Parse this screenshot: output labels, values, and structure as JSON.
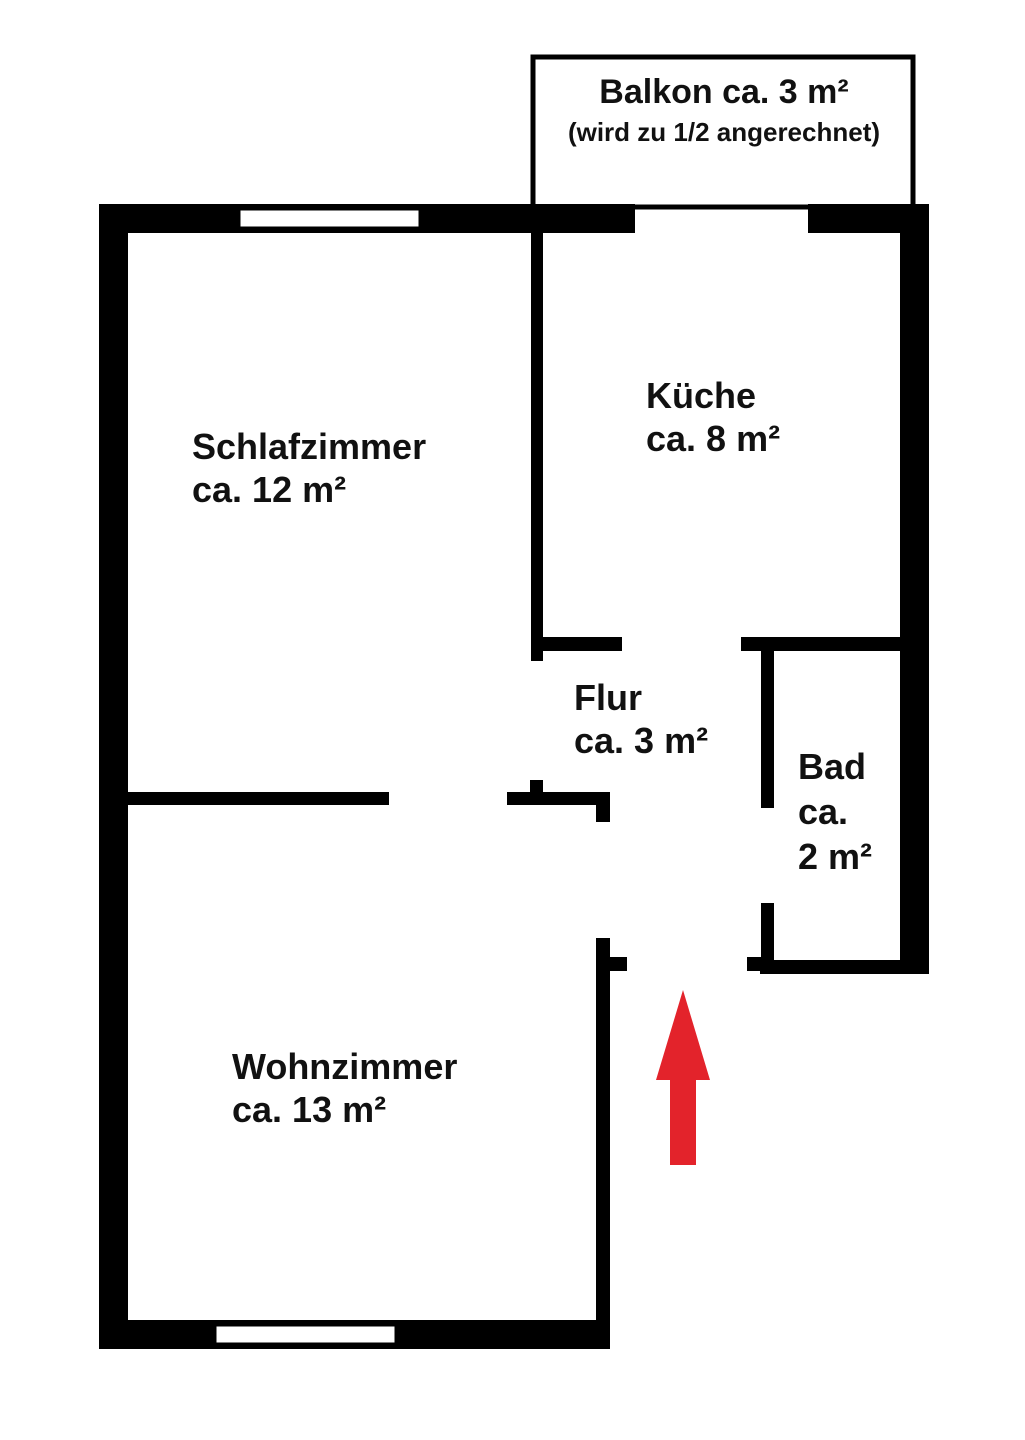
{
  "rooms": {
    "balkon": {
      "name": "Balkon ca. 3 m²",
      "note": "(wird zu 1/2 angerechnet)"
    },
    "kueche": {
      "name": "Küche",
      "area": "ca. 8 m²"
    },
    "schlafzimmer": {
      "name": "Schlafzimmer",
      "area": "ca. 12 m²"
    },
    "flur": {
      "name": "Flur",
      "area": "ca. 3 m²"
    },
    "bad": {
      "name": "Bad",
      "area_prefix": "ca.",
      "area_value": "2 m²"
    },
    "wohnzimmer": {
      "name": "Wohnzimmer",
      "area": "ca. 13 m²"
    }
  },
  "colors": {
    "wall": "#000000",
    "background": "#ffffff",
    "entrance_arrow": "#e3232b"
  }
}
